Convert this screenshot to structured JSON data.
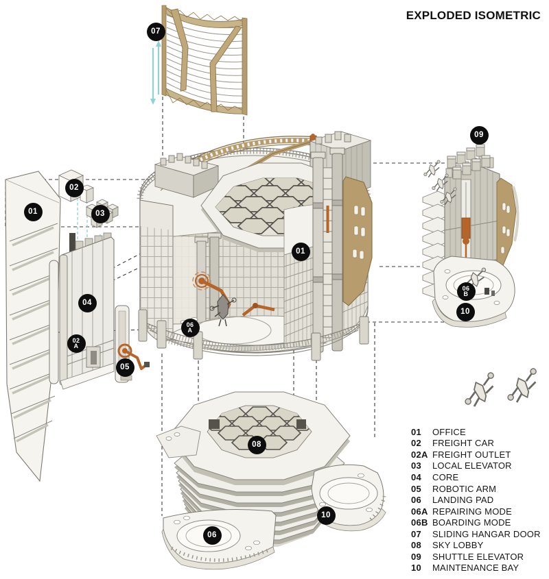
{
  "title": "EXPLODED ISOMETRIC",
  "colors": {
    "background": "#ffffff",
    "ink": "#161616",
    "marker_bg": "#0d0d0d",
    "marker_text": "#ffffff",
    "building_light": "#f3f1ec",
    "building_shade": "#d6d3ca",
    "concrete": "#c9c6bc",
    "outline": "#7c7a72",
    "hex_frame": "#55534c",
    "tan": "#b79d6e",
    "tan_dark": "#8a744c",
    "orange": "#b5652a",
    "cyan": "#8fd2d2",
    "dash_line": "#3a3a38"
  },
  "legend": {
    "items": [
      {
        "num": "01",
        "label": "OFFICE"
      },
      {
        "num": "02",
        "label": "FREIGHT CAR"
      },
      {
        "num": "02A",
        "label": "FREIGHT OUTLET"
      },
      {
        "num": "03",
        "label": "LOCAL ELEVATOR"
      },
      {
        "num": "04",
        "label": "CORE"
      },
      {
        "num": "05",
        "label": "ROBOTIC ARM"
      },
      {
        "num": "06",
        "label": "LANDING PAD"
      },
      {
        "num": "06A",
        "label": "REPAIRING MODE"
      },
      {
        "num": "06B",
        "label": "BOARDING MODE"
      },
      {
        "num": "07",
        "label": "SLIDING HANGAR DOOR"
      },
      {
        "num": "08",
        "label": "SKY LOBBY"
      },
      {
        "num": "09",
        "label": "SHUTTLE ELEVATOR"
      },
      {
        "num": "10",
        "label": "MAINTENANCE BAY"
      }
    ]
  },
  "markers": {
    "m07": "07",
    "m01_left": "01",
    "m02": "02",
    "m03": "03",
    "m04": "04",
    "m02a": {
      "top": "02",
      "bottom": "A"
    },
    "m05": "05",
    "m01_center": "01",
    "m06a": {
      "top": "06",
      "bottom": "A"
    },
    "m09": "09",
    "m06b": {
      "top": "06",
      "bottom": "B"
    },
    "m10_right": "10",
    "m08": "08",
    "m10_bottom": "10",
    "m06": "06"
  }
}
